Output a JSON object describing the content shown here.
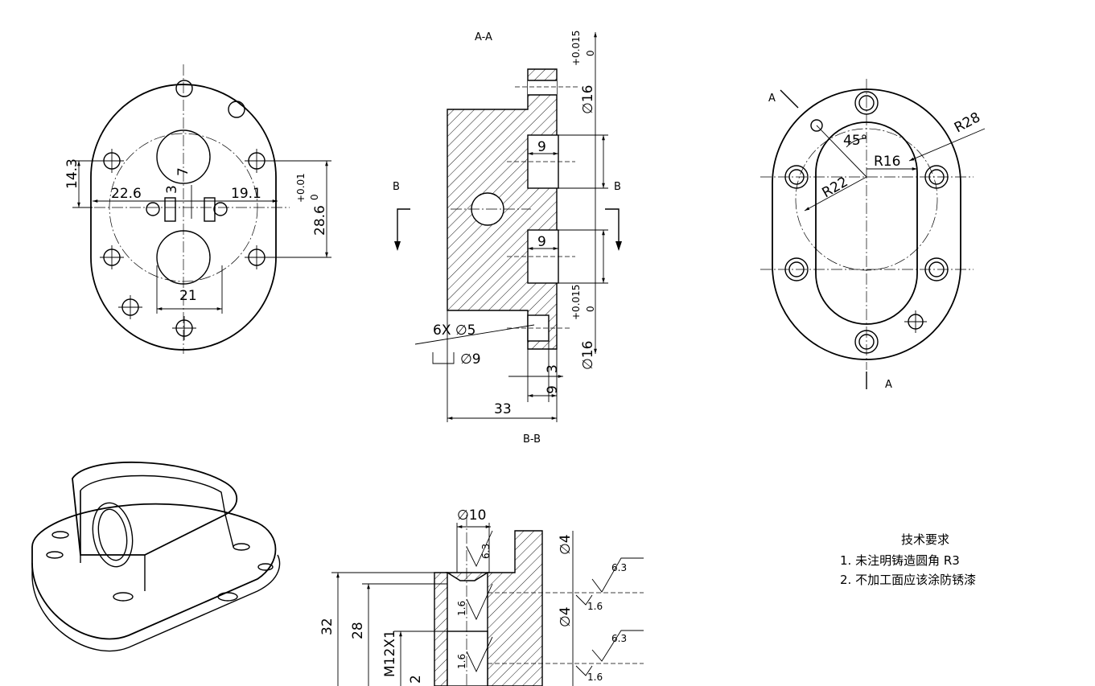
{
  "sections": {
    "aa": "A-A",
    "bb": "B-B",
    "b": "B",
    "a": "A"
  },
  "dims": {
    "d14_3": "14.3",
    "d22_6": "22.6",
    "d19_1": "19.1",
    "d3": "3",
    "d7": "7",
    "d28_6": "28.6",
    "tol_01": "+0.01",
    "tol_0": "0",
    "d21": "21",
    "d16_top": "∅16",
    "tol_015": "+0.015",
    "d9a": "9",
    "d9b": "9",
    "holes": "6X ∅5",
    "cbore": "∅9",
    "d16_bot": "∅16",
    "d3b": "3",
    "d9c": "9",
    "d33": "33",
    "r28": "R28",
    "r16": "R16",
    "r22": "R22",
    "ang45": "45°",
    "d10": "∅10",
    "d4a": "∅4",
    "d4b": "∅4",
    "d32": "32",
    "d28": "28",
    "m12": "M12X1",
    "ra63a": "6.3",
    "ra16a": "1.6",
    "ra63b": "6.3",
    "ra16b": "1.6",
    "ra63c": "6.3",
    "ra16c": "1.6",
    "ra16d": "1.6",
    "d2": "2"
  },
  "notes": {
    "title": "技术要求",
    "item1": "1. 未注明铸造圆角  R3",
    "item2": "2. 不加工面应该涂防锈漆"
  }
}
